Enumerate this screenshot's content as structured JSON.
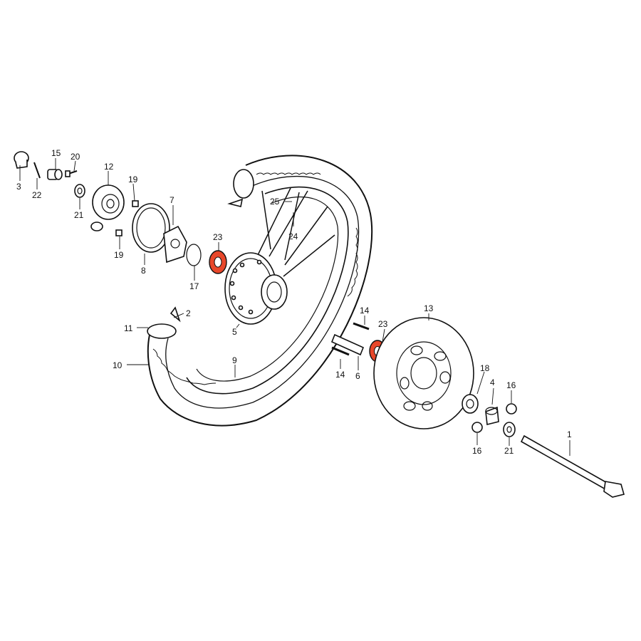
{
  "labels": {
    "p1": "1",
    "p2": "2",
    "p3": "3",
    "p4": "4",
    "p5": "5",
    "p6": "6",
    "p7": "7",
    "p8": "8",
    "p9": "9",
    "p10": "10",
    "p11": "11",
    "p12": "12",
    "p13": "13",
    "p14a": "14",
    "p14b": "14",
    "p15": "15",
    "p16a": "16",
    "p16b": "16",
    "p17": "17",
    "p18": "18",
    "p19a": "19",
    "p19b": "19",
    "p20": "20",
    "p21a": "21",
    "p21b": "21",
    "p22": "22",
    "p23a": "23",
    "p23b": "23",
    "p24": "24",
    "p25": "25"
  },
  "colors": {
    "line": "#111111",
    "highlight": "#e8472a",
    "background": "#ffffff"
  }
}
